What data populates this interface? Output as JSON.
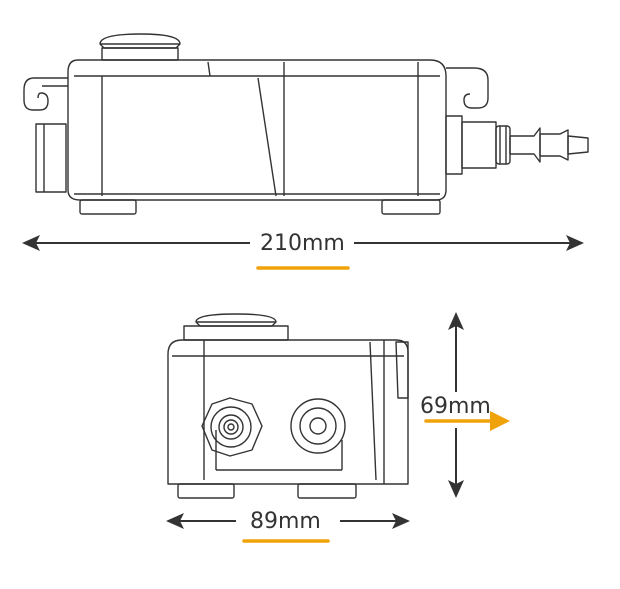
{
  "dimensions": {
    "length": {
      "label": "210mm"
    },
    "width": {
      "label": "89mm"
    },
    "height": {
      "label": "69mm"
    }
  },
  "colors": {
    "outline": "#333333",
    "highlight": "#f0a20a",
    "background": "#ffffff"
  }
}
